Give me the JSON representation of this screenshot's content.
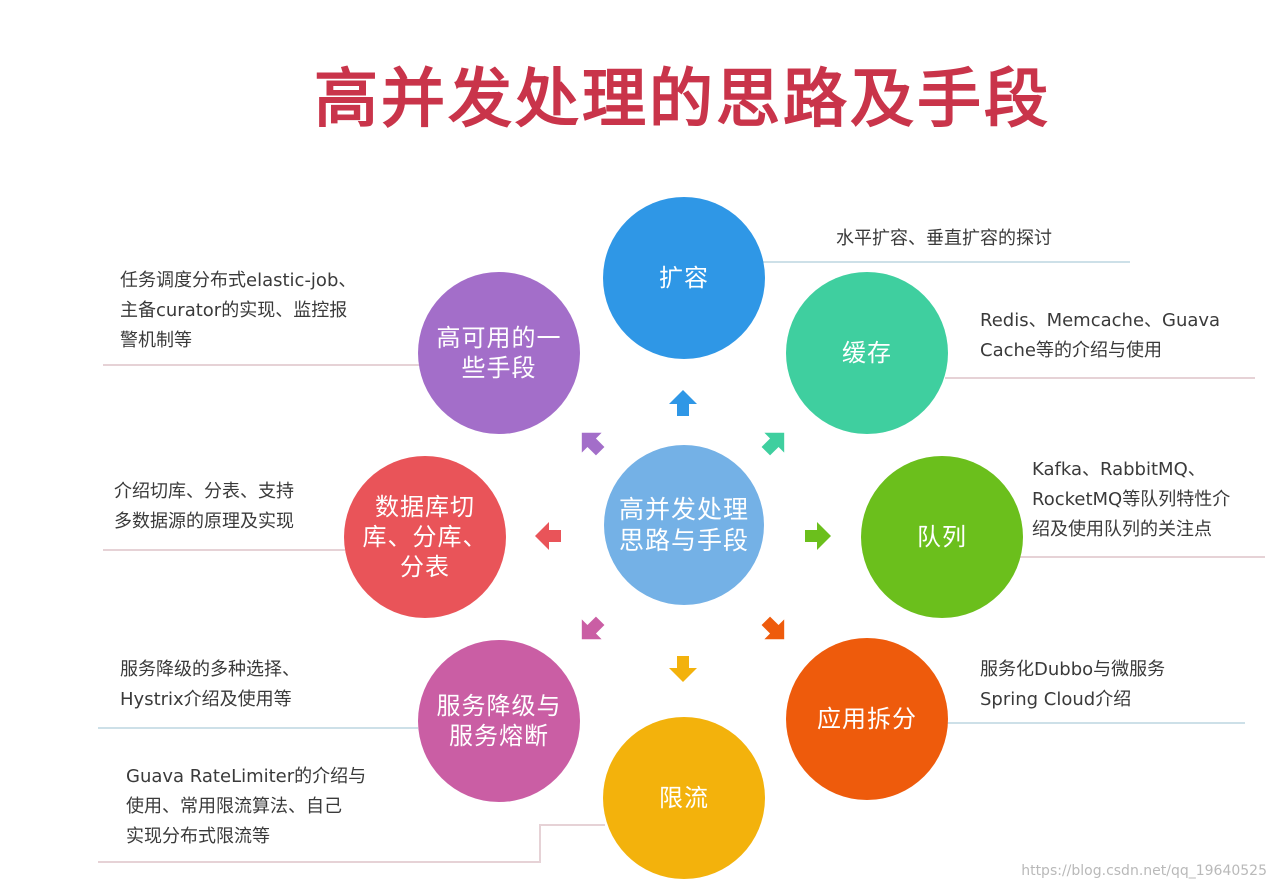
{
  "title": "高并发处理的思路及手段",
  "center": "高并发处理\n思路与手段",
  "nodes": [
    {
      "id": "expand",
      "label": "扩容",
      "color": "#2f97e6",
      "desc": "水平扩容、垂直扩容的探讨"
    },
    {
      "id": "cache",
      "label": "缓存",
      "color": "#3fcf9f",
      "desc": "Redis、Memcache、Guava\nCache等的介绍与使用"
    },
    {
      "id": "queue",
      "label": "队列",
      "color": "#6bbf1c",
      "desc": "Kafka、RabbitMQ、\nRocketMQ等队列特性介\n绍及使用队列的关注点"
    },
    {
      "id": "split",
      "label": "应用拆分",
      "color": "#ee5b0c",
      "desc": "服务化Dubbo与微服务\nSpring Cloud介绍"
    },
    {
      "id": "limit",
      "label": "限流",
      "color": "#f3b20c",
      "desc": "Guava RateLimiter的介绍与\n使用、常用限流算法、自己\n实现分布式限流等"
    },
    {
      "id": "degrade",
      "label": "服务降级与\n服务熔断",
      "color": "#ca5ea4",
      "desc": "服务降级的多种选择、\nHystrix介绍及使用等"
    },
    {
      "id": "shard",
      "label": "数据库切\n库、分库、\n分表",
      "color": "#e95459",
      "desc": "介绍切库、分表、支持\n多数据源的原理及实现"
    },
    {
      "id": "ha",
      "label": "高可用的一\n些手段",
      "color": "#a36ec9",
      "desc": "任务调度分布式elastic-job、\n主备curator的实现、监控报\n警机制等"
    }
  ],
  "center_color": "#74b1e6",
  "watermark": "https://blog.csdn.net/qq_19640525"
}
